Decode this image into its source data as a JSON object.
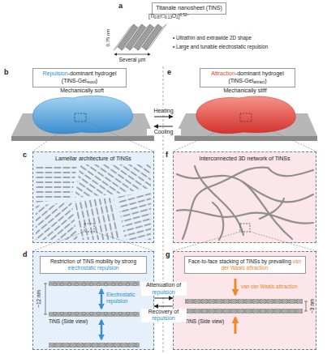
{
  "diagram": {
    "nodes": [
      {
        "text": [
          "Titanate nanosheet (TiNS)"
        ]
      },
      {
        "text": [
          "Repulsion-dominant hydrogel",
          "(TiNS-Gelrepul)"
        ]
      },
      {
        "text": [
          "Attraction-dominant hydrogel",
          "(TiNS-Gelattract)"
        ]
      },
      {
        "text": [
          "Mechanically soft"
        ]
      },
      {
        "text": [
          "Mechanically stiff"
        ]
      },
      {
        "text": [
          "Lamellar architecture of TiNSs"
        ]
      },
      {
        "text": [
          "Interconnected 3D network of TiNSs"
        ]
      },
      {
        "text": [
          "Restriction of TiNS mobility by strong electrostatic repulsion"
        ]
      },
      {
        "text": [
          "Face-to-face stacking of TiNSs by prevailing van der Waals attraction"
        ]
      }
    ],
    "edges": [
      {
        "from": 3,
        "to": 4,
        "arrow": "to",
        "label": "Heating"
      },
      {
        "from": 4,
        "to": 3,
        "arrow": "to",
        "label": "Cooling"
      },
      {
        "from": 7,
        "to": 8,
        "arrow": "to",
        "label": "Attenuation of repulsion"
      },
      {
        "from": 8,
        "to": 7,
        "arrow": "to",
        "label": "Recovery of repulsion"
      }
    ],
    "labels": [
      "a",
      "[Ti0.87□0.13O2]0.52−",
      "0.75 nm",
      "Several μm",
      "• Ultrathin and extrawide 2D shape",
      "• Large and tunable electrostatic repulsion",
      "b",
      "e",
      "c",
      "f",
      "d",
      "g",
      "Electrostatic repulsion",
      "TiNS (Side view)",
      "~12 nm",
      "van der Waals attraction",
      "TiNS (Side view)",
      "~3 nm"
    ]
  }
}
